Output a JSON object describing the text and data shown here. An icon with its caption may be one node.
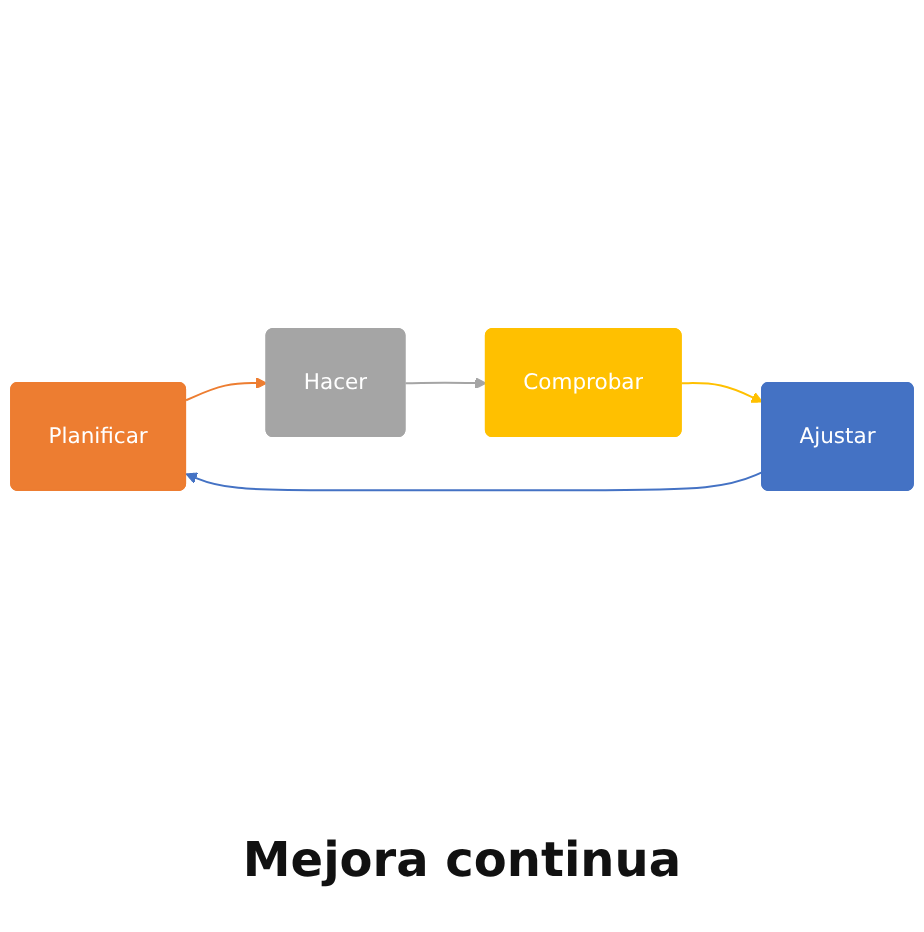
{
  "diagram": {
    "caption": "Mejora continua",
    "nodes": [
      {
        "text": [
          "Planificar"
        ]
      },
      {
        "text": [
          "Hacer"
        ]
      },
      {
        "text": [
          "Comprobar"
        ]
      },
      {
        "text": [
          "Ajustar"
        ]
      }
    ],
    "edges": [
      {
        "from": 0,
        "to": 1,
        "arrow": "to",
        "color": "#ed7d31"
      },
      {
        "from": 1,
        "to": 2,
        "arrow": "to",
        "color": "#a5a5a5"
      },
      {
        "from": 2,
        "to": 3,
        "arrow": "to",
        "color": "#ffc000"
      },
      {
        "from": 3,
        "to": 0,
        "arrow": "to",
        "color": "#4472c4"
      }
    ]
  }
}
